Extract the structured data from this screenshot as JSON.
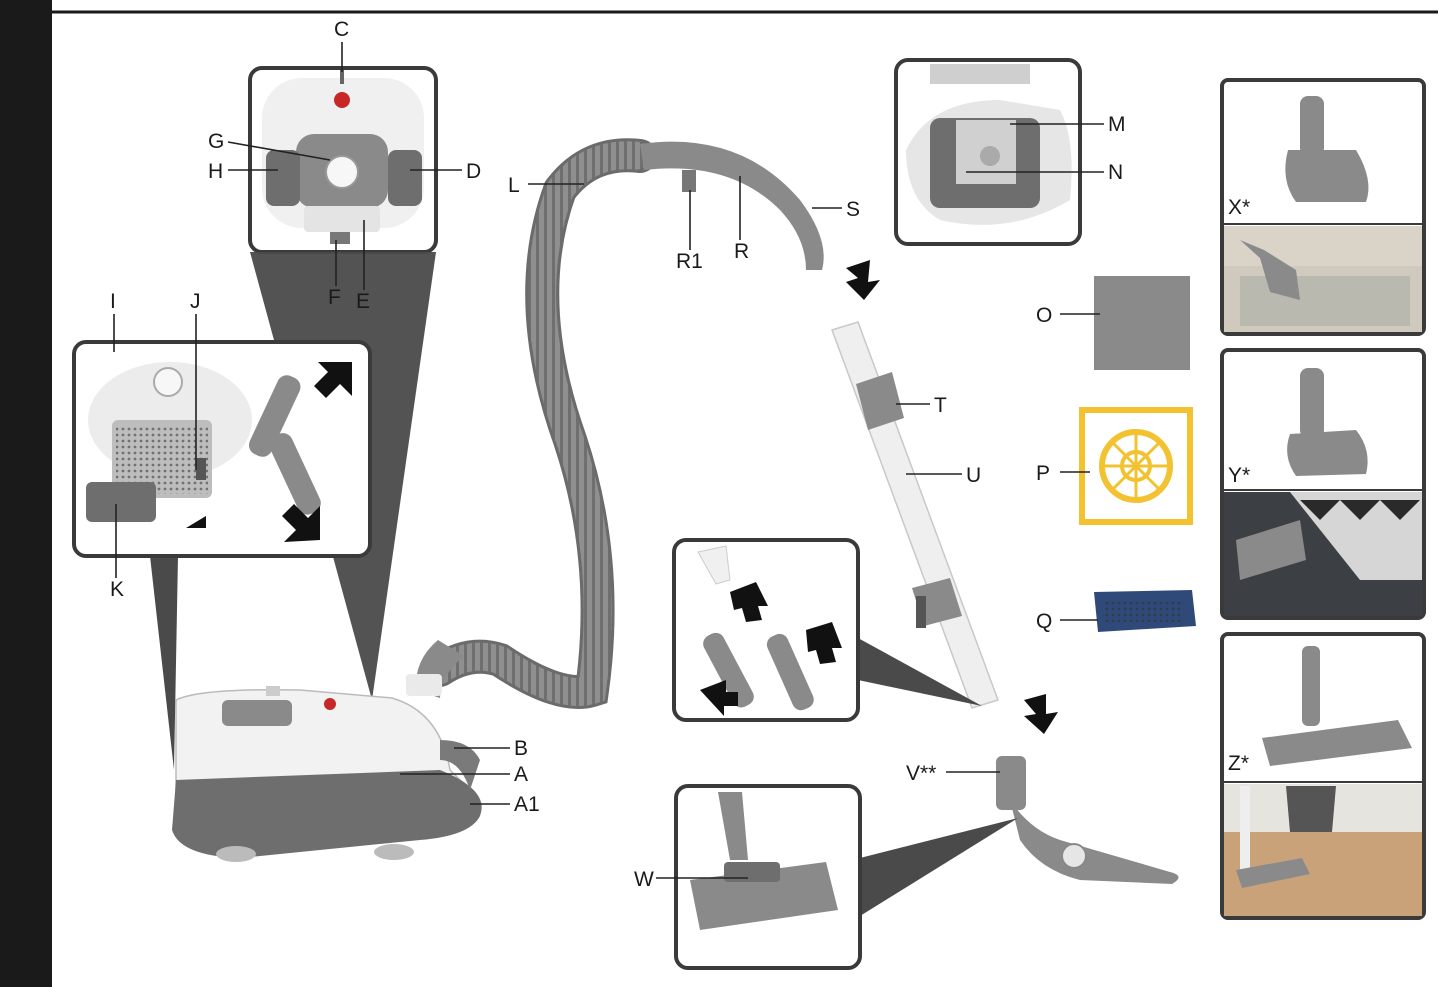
{
  "labels": {
    "C": "C",
    "G": "G",
    "H": "H",
    "D": "D",
    "F": "F",
    "E": "E",
    "I": "I",
    "J": "J",
    "K": "K",
    "L": "L",
    "R1": "R1",
    "R": "R",
    "S": "S",
    "M": "M",
    "N": "N",
    "O": "O",
    "P": "P",
    "Q": "Q",
    "T": "T",
    "U": "U",
    "B": "B",
    "A": "A",
    "A1": "A1",
    "V": "V**",
    "W": "W",
    "X": "X*",
    "Y": "Y*",
    "Z": "Z*"
  },
  "colors": {
    "frame": "#3a3a3a",
    "body_grey": "#8a8a8a",
    "dark_grey": "#6e6e6e",
    "light_grey": "#d9d9d9",
    "filter_yellow": "#f2c230",
    "filter_blue": "#2f4a78",
    "edge_bar": "#1a1a1a"
  }
}
